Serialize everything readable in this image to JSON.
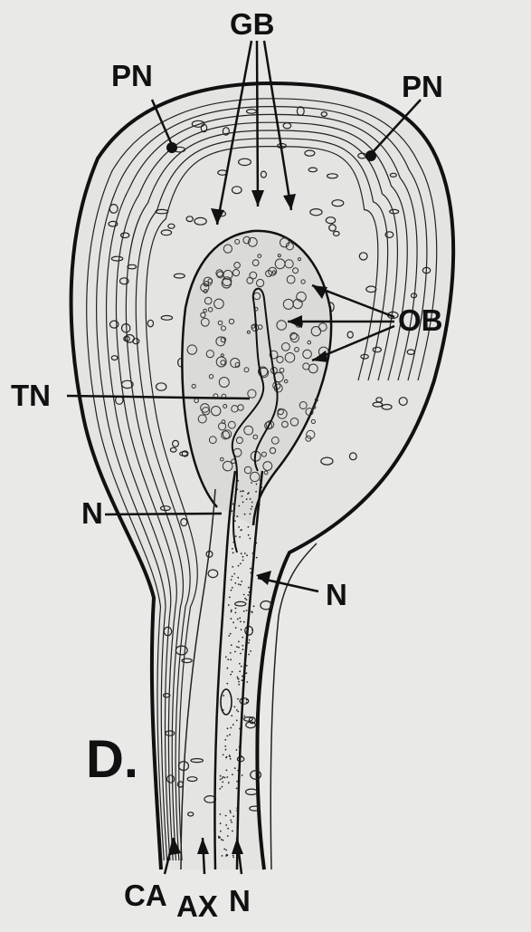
{
  "figure": {
    "panel_label": "D.",
    "labels": {
      "gb": "GB",
      "pn_left": "PN",
      "pn_right": "PN",
      "ob": "OB",
      "tn": "TN",
      "n_left": "N",
      "n_right": "N",
      "ca": "CA",
      "ax": "AX",
      "n_bottom": "N"
    }
  },
  "colors": {
    "background": "#e9e9e7",
    "ink": "#111111"
  }
}
